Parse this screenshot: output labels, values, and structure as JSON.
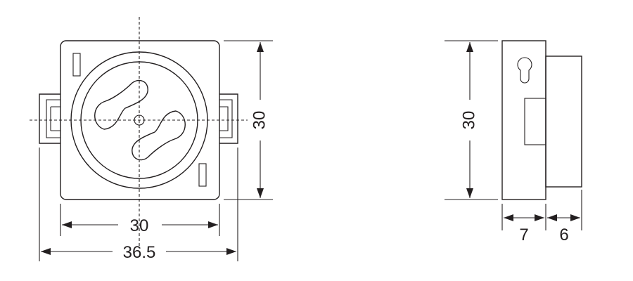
{
  "front_view": {
    "dim_inner_width": "30",
    "dim_outer_width": "36.5",
    "dim_height": "30"
  },
  "side_view": {
    "dim_height": "30",
    "dim_depth_a": "7",
    "dim_depth_b": "6"
  }
}
